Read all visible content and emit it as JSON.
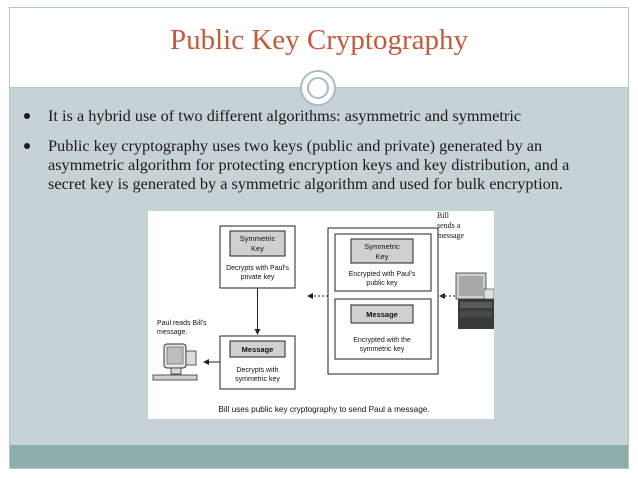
{
  "slide": {
    "title": "Public Key Cryptography",
    "bullets": [
      "It is a hybrid use of two different algorithms: asymmetric and symmetric",
      "Public key cryptography uses two keys (public and private) generated by an asymmetric algorithm for protecting encryption keys and key distribution, and a secret key is generated by a symmetric algorithm and used for bulk encryption."
    ]
  },
  "diagram": {
    "bill_label": [
      "Bill",
      "sends a",
      "message"
    ],
    "paul_label": [
      "Paul reads Bill's",
      "message."
    ],
    "left_key_box": [
      "Symmetric",
      "Key"
    ],
    "left_key_caption": [
      "Decrypts with Paul's",
      "private key"
    ],
    "left_message_box": "Message",
    "left_message_caption": [
      "Decrypts with",
      "symmetric key"
    ],
    "right_key_box": [
      "Symmetric",
      "Key"
    ],
    "right_key_caption": [
      "Encrypted with Paul's",
      "public key"
    ],
    "right_message_box": "Message",
    "right_message_caption": [
      "Encrypted with the",
      "symmetric key"
    ],
    "caption": "Bill uses public key cryptography to send Paul a message."
  },
  "colors": {
    "title": "#c55a3c",
    "content_background": "#c7d2d7",
    "footer_band": "#8eaeae"
  }
}
